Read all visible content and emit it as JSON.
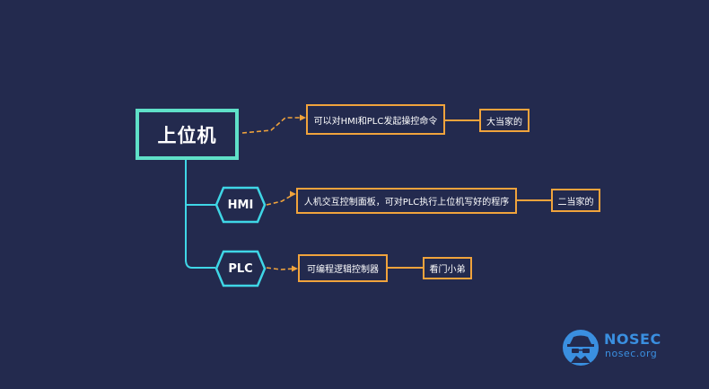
{
  "root": {
    "label": "上位机"
  },
  "branches": [
    {
      "label": "HMI"
    },
    {
      "label": "PLC"
    }
  ],
  "descriptions": [
    {
      "text": "可以对HMI和PLC发起操控命令",
      "role": "大当家的"
    },
    {
      "text": "人机交互控制面板，可对PLC执行上位机写好的程序",
      "role": "二当家的"
    },
    {
      "text": "可编程逻辑控制器",
      "role": "看门小弟"
    }
  ],
  "brand": {
    "name": "NOSEC",
    "url": "nosec.org",
    "icon": "spy-hat-icon"
  },
  "colors": {
    "background": "#232a4e",
    "root_border": "#5fe0c8",
    "branch_border": "#3fd6e6",
    "box_border": "#f0a33c",
    "arrow": "#f0a33c",
    "brand": "#3a8fe0"
  }
}
